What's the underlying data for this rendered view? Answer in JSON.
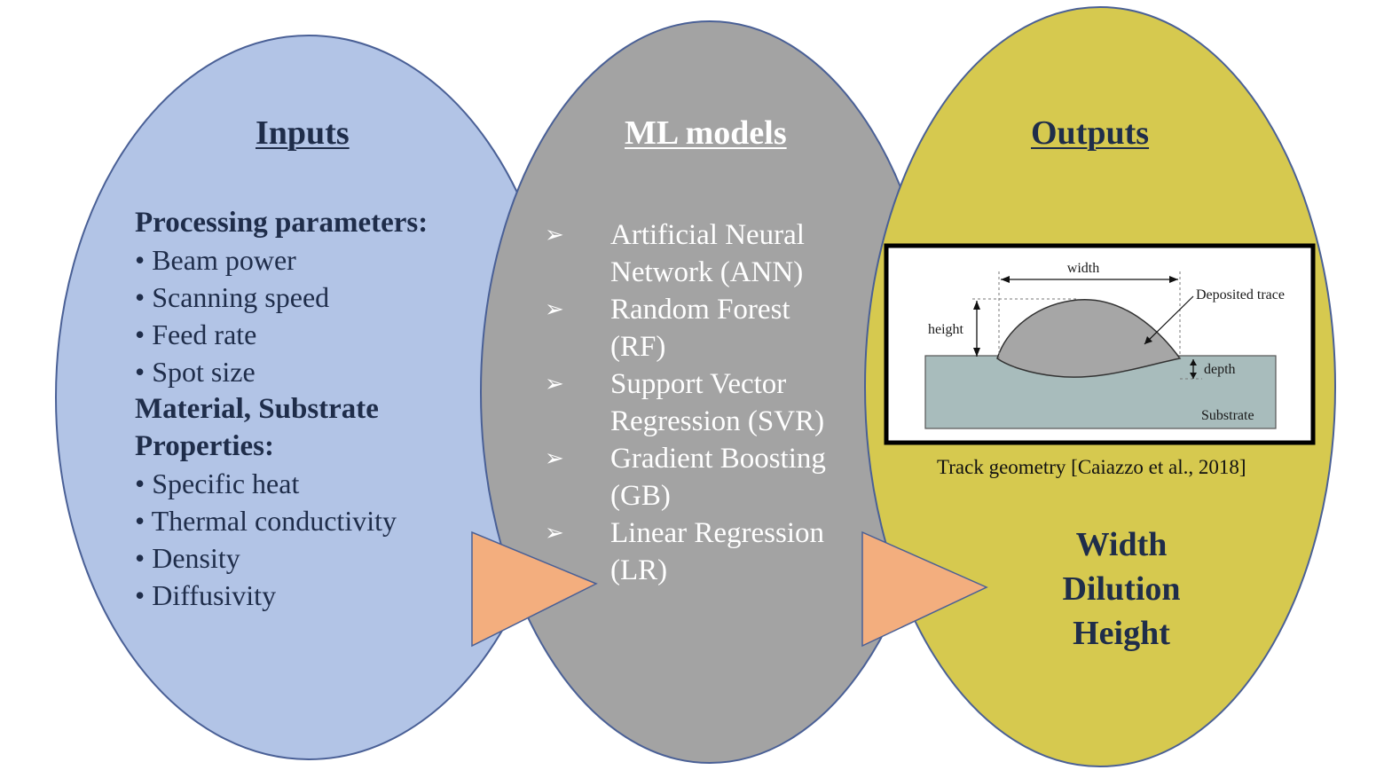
{
  "inputs": {
    "heading": "Inputs",
    "processing_heading": "Processing parameters:",
    "processing_items": [
      "• Beam power",
      "• Scanning speed",
      "• Feed rate",
      "• Spot size"
    ],
    "material_heading_line1": "Material, Substrate",
    "material_heading_line2": "Properties:",
    "material_items": [
      "• Specific heat",
      "• Thermal conductivity",
      "• Density",
      "• Diffusivity"
    ]
  },
  "models": {
    "heading": "ML models",
    "bullet_glyph": "➢",
    "items": [
      {
        "line1": "Artificial Neural",
        "line2": "Network (ANN)"
      },
      {
        "line1": "Random Forest",
        "line2": "(RF)"
      },
      {
        "line1": "Support Vector",
        "line2": "Regression (SVR)"
      },
      {
        "line1": "Gradient Boosting",
        "line2": "(GB)"
      },
      {
        "line1": "Linear Regression",
        "line2": "(LR)"
      }
    ]
  },
  "outputs": {
    "heading": "Outputs",
    "figure": {
      "width_label": "width",
      "height_label": "height",
      "deposited_label": "Deposited trace",
      "depth_label": "depth",
      "substrate_label": "Substrate"
    },
    "caption": "Track geometry [Caiazzo et al., 2018]",
    "results": [
      "Width",
      "Dilution",
      "Height"
    ]
  },
  "colors": {
    "inputs_fill": "#b2c4e6",
    "models_fill": "#a3a3a3",
    "outputs_fill": "#d6c94f",
    "outline": "#4a6096",
    "arrow_fill": "#f3ae7e",
    "heading_dark": "#1f2d4a",
    "substrate_fill": "#a8bcbc",
    "bead_fill": "#a6a6a6"
  }
}
